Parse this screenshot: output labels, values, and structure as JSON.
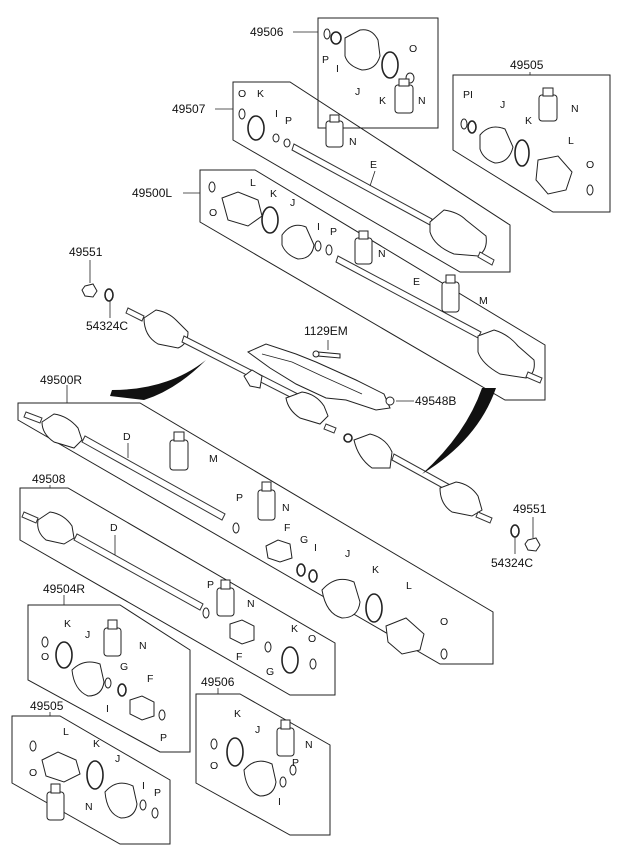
{
  "diagram": {
    "assembly_labels": {
      "a49506_top": "49506",
      "a49507": "49507",
      "a49505_top": "49505",
      "a49500L": "49500L",
      "a49551_left": "49551",
      "a54324C_left": "54324C",
      "a1129EM": "1129EM",
      "a49500R": "49500R",
      "a49548B": "49548B",
      "a49508": "49508",
      "a49551_right": "49551",
      "a54324C_right": "54324C",
      "a49504R": "49504R",
      "a49506_bottom": "49506",
      "a49505_bottom": "49505"
    },
    "part_letters": {
      "D": "D",
      "E": "E",
      "F": "F",
      "G": "G",
      "I": "I",
      "J": "J",
      "K": "K",
      "L": "L",
      "M": "M",
      "N": "N",
      "O": "O",
      "P": "P",
      "PI": "PI"
    }
  }
}
